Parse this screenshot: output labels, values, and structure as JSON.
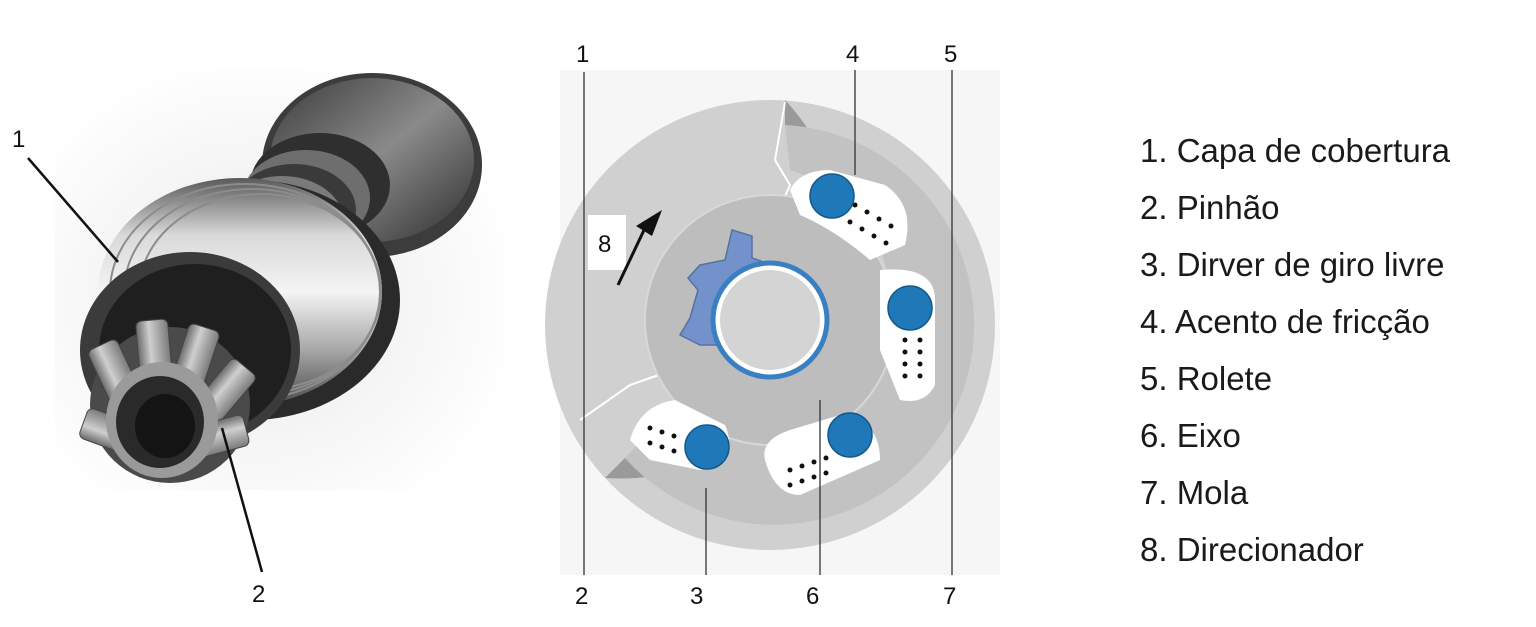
{
  "photo": {
    "labels": [
      "1",
      "2"
    ]
  },
  "diagram": {
    "top_labels": [
      "1",
      "4",
      "5"
    ],
    "bottom_labels": [
      "2",
      "3",
      "6",
      "7"
    ],
    "inner_label": "8"
  },
  "legend": [
    "1. Capa de cobertura",
    "2. Pinhão",
    "3. Dirver de giro livre",
    "4. Acento de fricção",
    "5. Rolete",
    "6. Eixo",
    "7. Mola",
    "8. Direcionador"
  ],
  "colors": {
    "housing": "#c8c8c8",
    "rim": "#9a9a9a",
    "hub": "#bebebe",
    "pinion": "#6f8fc9",
    "roller": "#1f78b8",
    "spring_bed": "#ffffff"
  }
}
